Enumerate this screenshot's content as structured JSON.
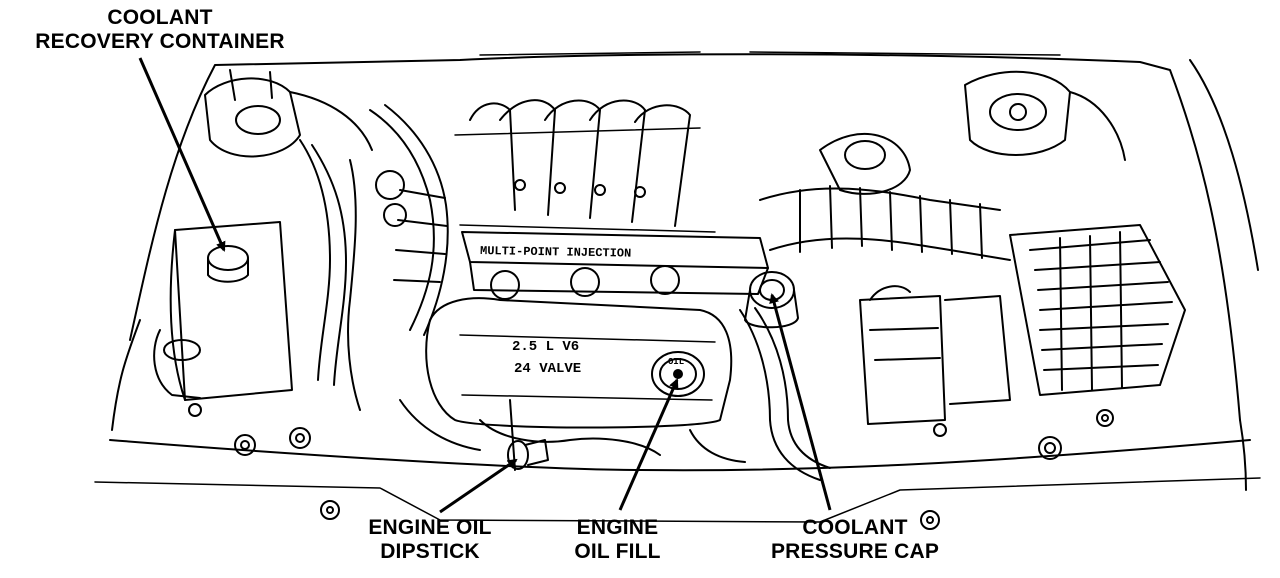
{
  "callouts": {
    "coolant_recovery": {
      "line1": "COOLANT",
      "line2": "RECOVERY CONTAINER"
    },
    "dipstick": {
      "line1": "ENGINE OIL",
      "line2": "DIPSTICK"
    },
    "oil_fill": {
      "line1": "ENGINE",
      "line2": "OIL FILL"
    },
    "pressure_cap": {
      "line1": "COOLANT",
      "line2": "PRESSURE CAP"
    }
  },
  "engine_markings": {
    "intake_plenum": "MULTI-POINT INJECTION",
    "valve_cover_top": "2.5 L V6",
    "valve_cover_bottom": "24 VALVE",
    "oil_cap": "OIL"
  }
}
